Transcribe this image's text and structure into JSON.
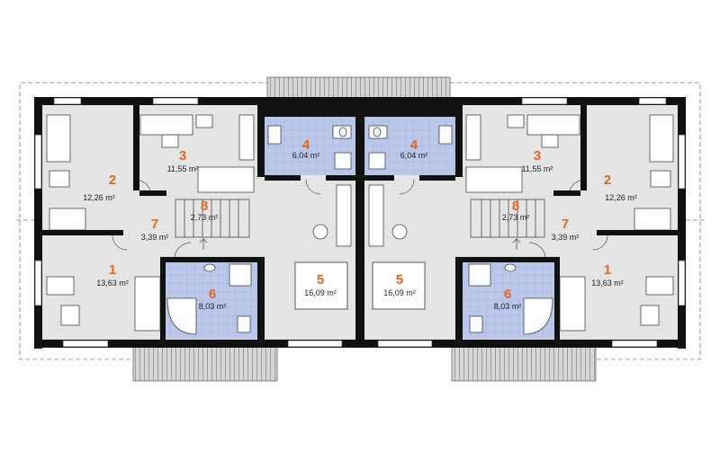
{
  "plan": {
    "rooms": [
      {
        "id": "L1",
        "number": "1",
        "area": "13,63 m²"
      },
      {
        "id": "L2",
        "number": "2",
        "area": "12,26 m²"
      },
      {
        "id": "L3",
        "number": "3",
        "area": "11,55 m²"
      },
      {
        "id": "L4",
        "number": "4",
        "area": "6,04 m²"
      },
      {
        "id": "L5",
        "number": "5",
        "area": "16,09 m²"
      },
      {
        "id": "L6",
        "number": "6",
        "area": "8,03 m²"
      },
      {
        "id": "L7",
        "number": "7",
        "area": "3,39 m²"
      },
      {
        "id": "L8",
        "number": "8",
        "area": "2,73 m²"
      },
      {
        "id": "R1",
        "number": "1",
        "area": "13,63 m²"
      },
      {
        "id": "R2",
        "number": "2",
        "area": "12,26 m²"
      },
      {
        "id": "R3",
        "number": "3",
        "area": "11,55 m²"
      },
      {
        "id": "R4",
        "number": "4",
        "area": "6,04 m²"
      },
      {
        "id": "R5",
        "number": "5",
        "area": "16,09 m²"
      },
      {
        "id": "R6",
        "number": "6",
        "area": "8,03 m²"
      },
      {
        "id": "R7",
        "number": "7",
        "area": "3,39 m²"
      },
      {
        "id": "R8",
        "number": "8",
        "area": "2,73 m²"
      }
    ],
    "colors": {
      "wall": "#111111",
      "floor": "#e4e4e4",
      "bath_tile": "#b9c8ea",
      "room_number": "#e8641e",
      "balcony": "#c8c8c8"
    }
  }
}
